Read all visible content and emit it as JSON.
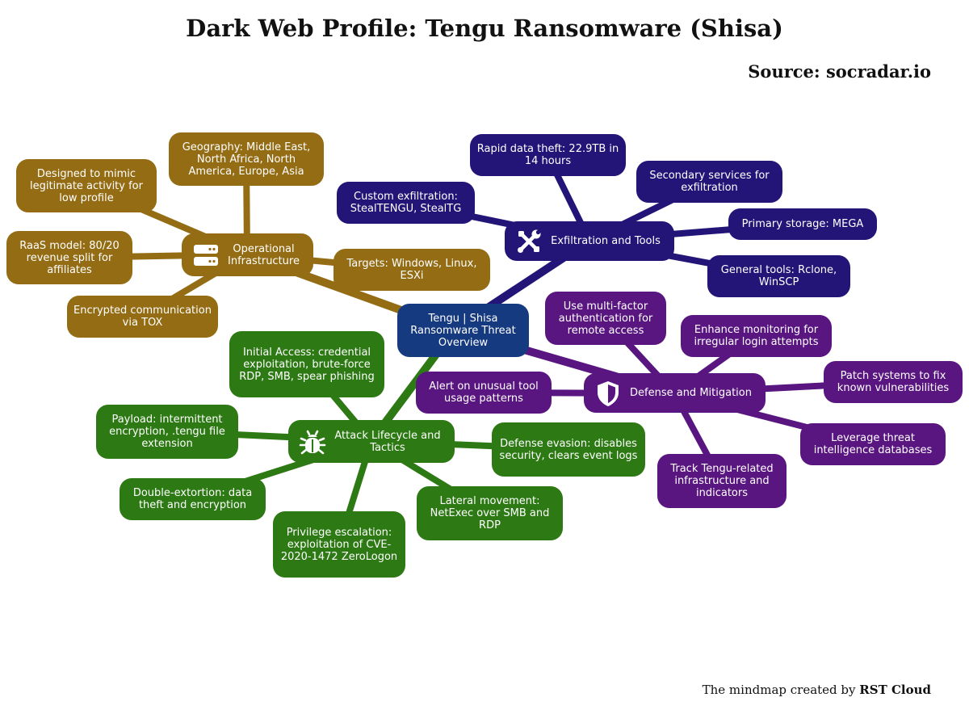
{
  "title": "Dark Web Profile: Tengu Ransomware (Shisa)",
  "source": "Source: socradar.io",
  "credit": {
    "prefix": "The mindmap created by",
    "brand": "RST Cloud"
  },
  "colors": {
    "operational": "#946c14",
    "exfiltration": "#221577",
    "defense": "#5a1680",
    "attack": "#2d7a14",
    "root": "#163a80"
  },
  "root": {
    "label": "Tengu | Shisa Ransomware Threat Overview"
  },
  "operational": {
    "hub": {
      "label": "Operational Infrastructure",
      "icon": "server-icon"
    },
    "items": [
      "Geography: Middle East, North Africa, North America, Europe, Asia",
      "Designed to mimic legitimate activity for low profile",
      "RaaS model: 80/20 revenue split for affiliates",
      "Encrypted communication via TOX",
      "Targets: Windows, Linux, ESXi"
    ]
  },
  "exfiltration": {
    "hub": {
      "label": "Exfiltration and Tools",
      "icon": "tools-icon"
    },
    "items": [
      "Rapid data theft: 22.9TB in 14 hours",
      "Secondary services for exfiltration",
      "Custom exfiltration: StealTENGU, StealTG",
      "Primary storage: MEGA",
      "General tools: Rclone, WinSCP"
    ]
  },
  "defense": {
    "hub": {
      "label": "Defense and Mitigation",
      "icon": "shield-icon"
    },
    "items": [
      "Use multi-factor authentication for remote access",
      "Enhance monitoring for irregular login attempts",
      "Alert on unusual tool usage patterns",
      "Patch systems to fix known vulnerabilities",
      "Leverage threat intelligence databases",
      "Track Tengu-related infrastructure and indicators"
    ]
  },
  "attack": {
    "hub": {
      "label": "Attack Lifecycle and Tactics",
      "icon": "bug-icon"
    },
    "items": [
      "Initial Access: credential exploitation, brute-force RDP, SMB, spear phishing",
      "Payload: intermittent encryption, .tengu file extension",
      "Defense evasion: disables security, clears event logs",
      "Double-extortion: data theft and encryption",
      "Lateral movement: NetExec over SMB and RDP",
      "Privilege escalation: exploitation of CVE-2020-1472 ZeroLogon"
    ]
  }
}
